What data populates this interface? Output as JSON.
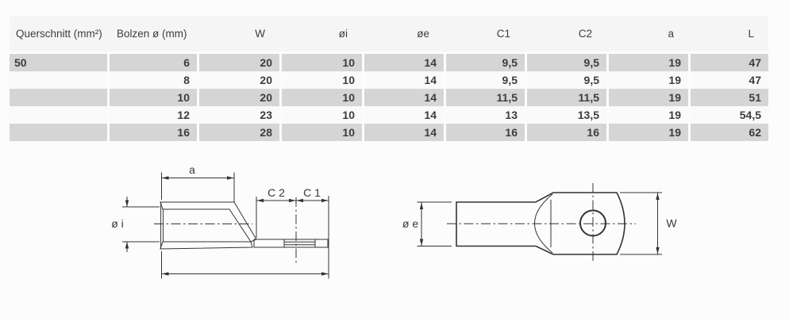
{
  "table": {
    "headers": [
      "Querschnitt (mm²)",
      "Bolzen ø (mm)",
      "W",
      "øi",
      "øe",
      "C1",
      "C2",
      "a",
      "L"
    ],
    "rows": [
      [
        "50",
        "6",
        "20",
        "10",
        "14",
        "9,5",
        "9,5",
        "19",
        "47"
      ],
      [
        "",
        "8",
        "20",
        "10",
        "14",
        "9,5",
        "9,5",
        "19",
        "47"
      ],
      [
        "",
        "10",
        "20",
        "10",
        "14",
        "11,5",
        "11,5",
        "19",
        "51"
      ],
      [
        "",
        "12",
        "23",
        "10",
        "14",
        "13",
        "13,5",
        "19",
        "54,5"
      ],
      [
        "",
        "16",
        "28",
        "10",
        "14",
        "16",
        "16",
        "19",
        "62"
      ]
    ]
  },
  "diagram": {
    "side": {
      "a_label": "a",
      "c2_label": "C 2",
      "c1_label": "C 1",
      "di_label": "ø i"
    },
    "top": {
      "de_label": "ø e",
      "w_label": "W"
    }
  },
  "colors": {
    "row_gray": "#d5d5d5",
    "row_light": "#fafafa",
    "header_bg": "#f5f5f5",
    "page_bg": "#fcfcfc",
    "text": "#3d3d3d",
    "line": "#333333"
  }
}
